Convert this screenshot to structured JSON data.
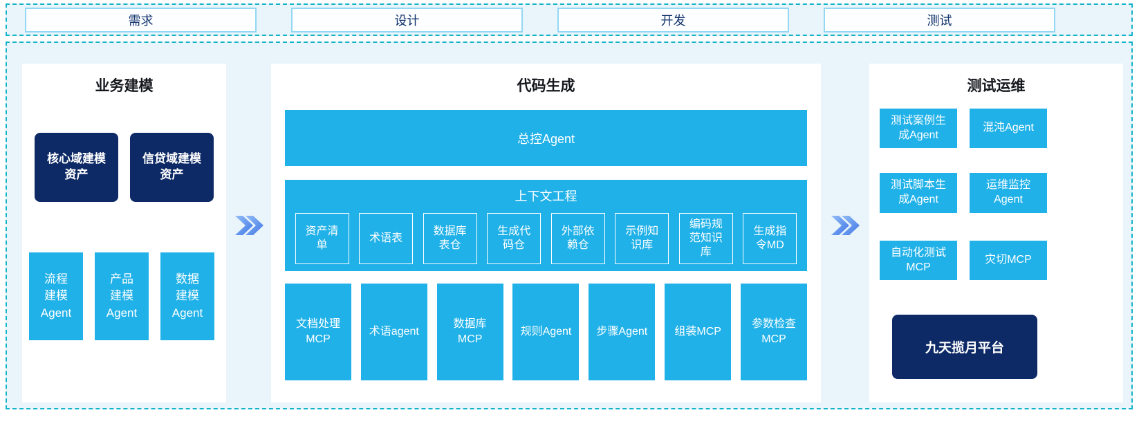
{
  "phases": {
    "items": [
      "需求",
      "设计",
      "开发",
      "测试"
    ]
  },
  "business": {
    "title": "业务建模",
    "assets": [
      "核心域建模资产",
      "信贷域建模资产"
    ],
    "agents": [
      "流程建模Agent",
      "产品建模Agent",
      "数据建模Agent"
    ]
  },
  "codegen": {
    "title": "代码生成",
    "master_agent": "总控Agent",
    "context": {
      "title": "上下文工程",
      "items": [
        "资产清单",
        "术语表",
        "数据库表仓",
        "生成代码仓",
        "外部依赖仓",
        "示例知识库",
        "编码规范知识库",
        "生成指令MD"
      ]
    },
    "tools": [
      "文档处理MCP",
      "术语agent",
      "数据库MCP",
      "规则Agent",
      "步骤Agent",
      "组装MCP",
      "参数检查MCP"
    ]
  },
  "testops": {
    "title": "测试运维",
    "items": [
      "测试案例生成Agent",
      "混沌Agent",
      "测试脚本生成Agent",
      "运维监控Agent",
      "自动化测试MCP",
      "灾切MCP"
    ],
    "platform": "九天揽月平台"
  },
  "colors": {
    "cyan": "#20b1e8",
    "navy": "#0e2a66",
    "dashed_border": "#12b4c8",
    "background": "#e9f4fb",
    "phase_border": "#93d8f2",
    "phase_text": "#14356e",
    "arrow_light": "#93bdf6",
    "arrow_dark": "#3f76e6"
  }
}
